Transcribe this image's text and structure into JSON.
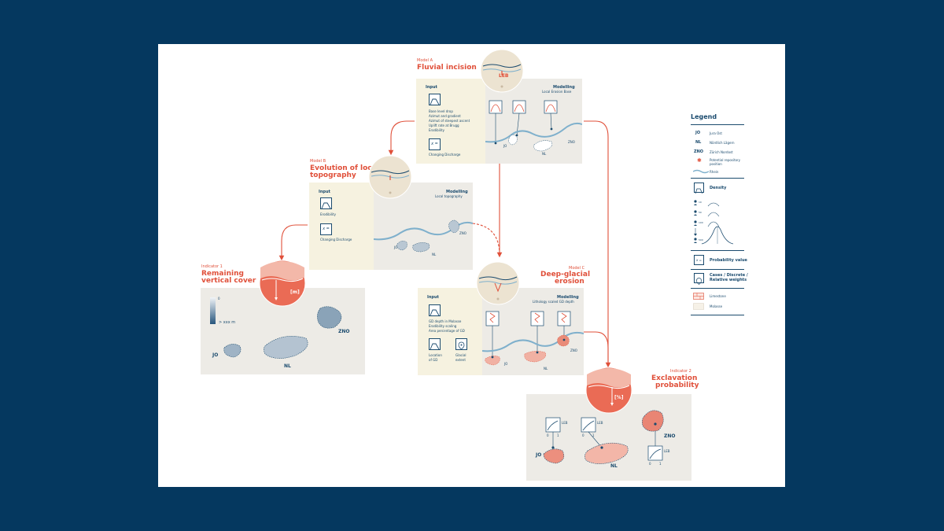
{
  "model_a": {
    "tag": "Model A",
    "title": "Fluvial incision",
    "badge": "LEB",
    "input": "Input",
    "modelling": "Modelling",
    "modelling_sub": "Local Erosion Base",
    "items": [
      "Base level drop",
      "Azimut and gradient",
      "Azimut of steepest ascent",
      "Uplift rate at Brugg",
      "Erodibility"
    ],
    "changing": "Changing Discharge",
    "jo": "JO",
    "nl": "NL",
    "zno": "ZNO",
    "x_eq": "x ="
  },
  "model_b": {
    "tag": "Model B",
    "title_line1": "Evolution of local",
    "title_line2": "topography",
    "input": "Input",
    "modelling": "Modelling",
    "modelling_sub": "Local topography",
    "items": [
      "Erodibility"
    ],
    "changing": "Changing Discharge",
    "jo": "JO",
    "nl": "NL",
    "zno": "ZNO",
    "x_eq": "x ="
  },
  "model_c": {
    "tag": "Model C",
    "title_line1": "Deep-glacial",
    "title_line2": "erosion",
    "input": "Input",
    "modelling": "Modelling",
    "modelling_sub": "Lithology scaled GD depth",
    "items": [
      "GD depth in Molasse",
      "Erodibility scaling",
      "Area percentage of GD"
    ],
    "loc1": "Location",
    "loc2": "of GD",
    "glac1": "Glacial",
    "glac2": "extent",
    "jo": "JO",
    "nl": "NL",
    "zno": "ZNO"
  },
  "indicator_1": {
    "tag": "Indicator 1",
    "title_line1": "Remaining",
    "title_line2": "vertical cover",
    "badge": "[m]",
    "scale_top": "0",
    "scale_bottom": "> xxx m",
    "jo": "JO",
    "nl": "NL",
    "zno": "ZNO"
  },
  "indicator_2": {
    "tag": "Indicator 2",
    "title_line1": "Exclavation",
    "title_line2": "probability",
    "badge": "[%]",
    "jo": "JO",
    "nl": "NL",
    "zno": "ZNO",
    "leb": "LEB",
    "t0": "0",
    "t1": "1"
  },
  "legend": {
    "title": "Legend",
    "jo_code": "JO",
    "jo_text": "Jura Ost",
    "nl_code": "NL",
    "nl_text": "Nördlich Lägern",
    "zno_code": "ZNO",
    "zno_text": "Zürich Nordost",
    "repo_line1": "Potential repository",
    "repo_line2": "position",
    "rhein": "Rhein",
    "density": "Density",
    "prob": "Probability value",
    "cases_line1": "Cases / Discrete /",
    "cases_line2": "Relative weights",
    "limestone": "Limestone",
    "molasse": "Molasse",
    "n_small": [
      "10",
      "50",
      "100"
    ],
    "n_big": "500"
  },
  "colors": {
    "accent": "#e0503a",
    "navy": "#1b4b6e",
    "river": "#7fb0cc",
    "background": "#05385f"
  }
}
